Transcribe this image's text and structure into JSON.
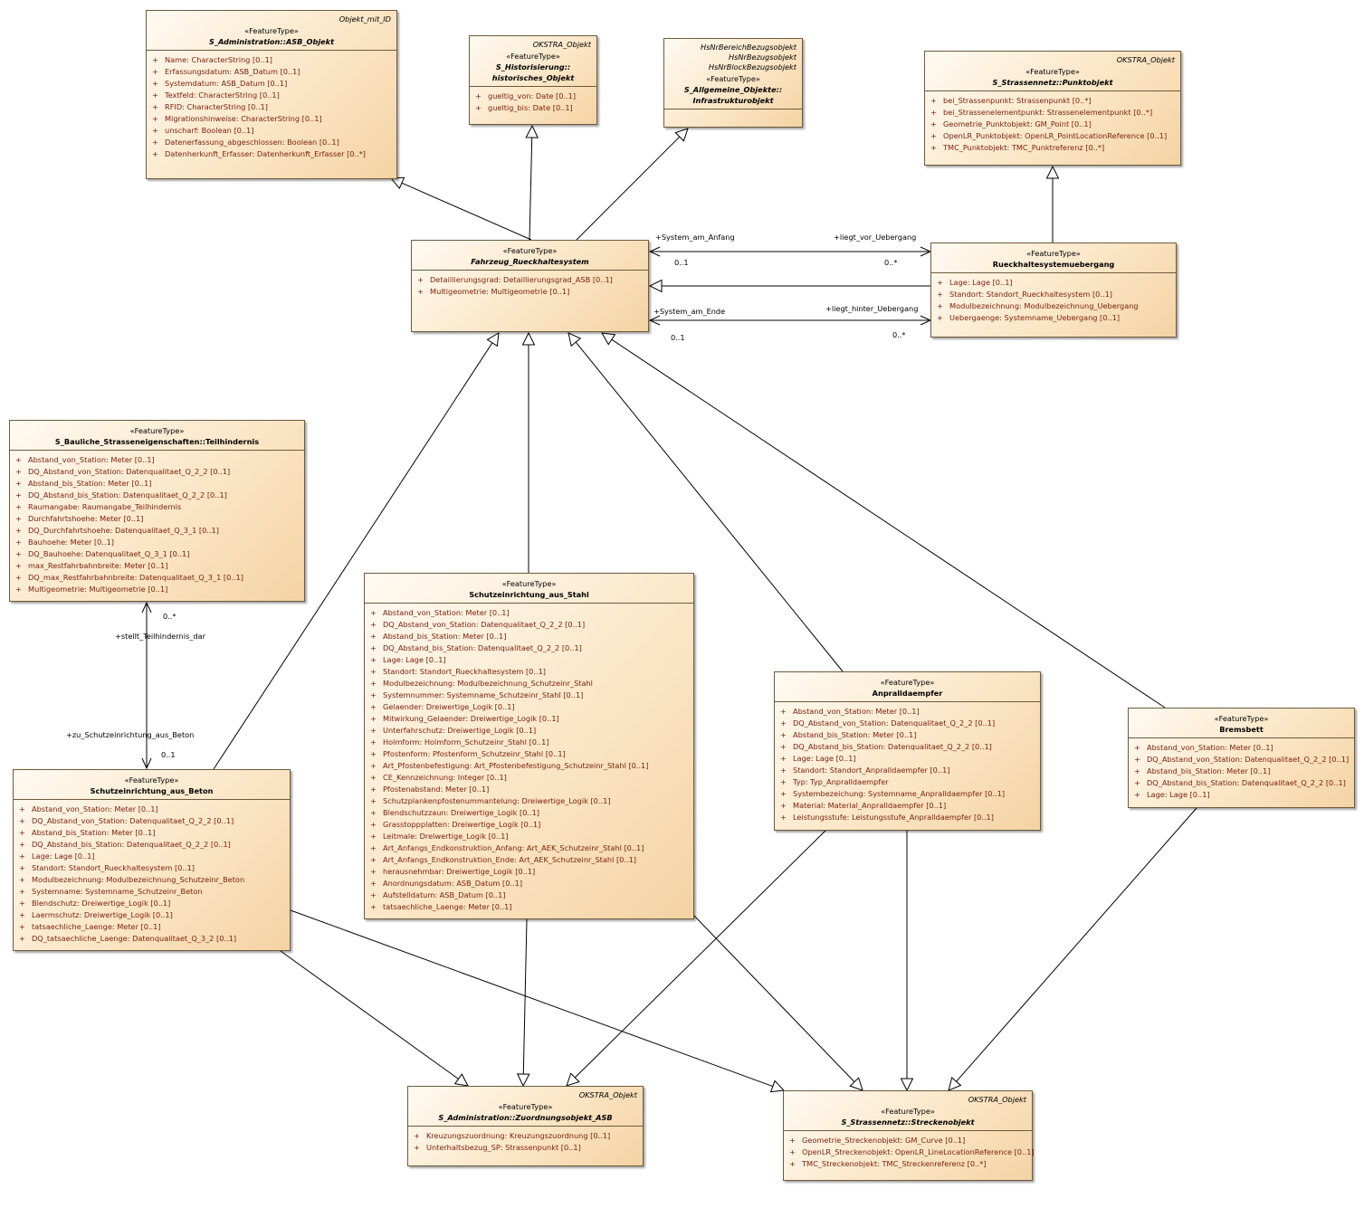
{
  "classes": {
    "asb_objekt": {
      "tags": [
        "Objekt_mit_ID"
      ],
      "stereotype": "«FeatureType»",
      "name": [
        "S_Administration::ASB_Objekt"
      ],
      "abstract": true,
      "attrs": [
        "Name: CharacterString [0..1]",
        "Erfassungsdatum: ASB_Datum [0..1]",
        "Systemdatum: ASB_Datum [0..1]",
        "Textfeld: CharacterString [0..1]",
        "RFID: CharacterString [0..1]",
        "Migrationshinweise: CharacterString [0..1]",
        "unscharf: Boolean [0..1]",
        "Datenerfassung_abgeschlossen: Boolean [0..1]",
        "Datenherkunft_Erfasser: Datenherkunft_Erfasser [0..*]"
      ]
    },
    "historisches_objekt": {
      "tags": [
        "OKSTRA_Objekt"
      ],
      "stereotype": "«FeatureType»",
      "name": [
        "S_Historisierung::",
        "historisches_Objekt"
      ],
      "abstract": true,
      "attrs": [
        "gueltig_von: Date [0..1]",
        "gueltig_bis: Date [0..1]"
      ]
    },
    "infrastrukturobjekt": {
      "tags": [
        "HsNrBereichBezugsobjekt",
        "HsNrBezugsobjekt",
        "HsNrBlockBezugsobjekt"
      ],
      "stereotype": "«FeatureType»",
      "name": [
        "S_Allgemeine_Objekte::",
        "Infrastrukturobjekt"
      ],
      "abstract": true,
      "attrs": []
    },
    "punktobjekt": {
      "tags": [
        "OKSTRA_Objekt"
      ],
      "stereotype": "«FeatureType»",
      "name": [
        "S_Strassennetz::Punktobjekt"
      ],
      "abstract": true,
      "attrs": [
        "bei_Strassenpunkt: Strassenpunkt [0..*]",
        "bei_Strassenelementpunkt: Strassenelementpunkt [0..*]",
        "Geometrie_Punktobjekt: GM_Point [0..1]",
        "OpenLR_Punktobjekt: OpenLR_PointLocationReference [0..1]",
        "TMC_Punktobjekt: TMC_Punktreferenz [0..*]"
      ]
    },
    "fahrzeug": {
      "tags": [],
      "stereotype": "«FeatureType»",
      "name": [
        "Fahrzeug_Rueckhaltesystem"
      ],
      "abstract": true,
      "attrs": [
        "Detaillierungsgrad: Detaillierungsgrad_ASB [0..1]",
        "Multigeometrie: Multigeometrie [0..1]"
      ]
    },
    "uebergang": {
      "tags": [],
      "stereotype": "«FeatureType»",
      "name": [
        "Rueckhaltesystemuebergang"
      ],
      "abstract": false,
      "attrs": [
        "Lage: Lage [0..1]",
        "Standort: Standort_Rueckhaltesystem [0..1]",
        "Modulbezeichnung: Modulbezeichnung_Uebergang",
        "Uebergaenge: Systemname_Uebergang [0..1]"
      ]
    },
    "teilhindernis": {
      "tags": [],
      "stereotype": "«FeatureType»",
      "name": [
        "S_Bauliche_Strasseneigenschaften::Teilhindernis"
      ],
      "abstract": false,
      "attrs": [
        "Abstand_von_Station: Meter [0..1]",
        "DQ_Abstand_von_Station: Datenqualitaet_Q_2_2 [0..1]",
        "Abstand_bis_Station: Meter [0..1]",
        "DQ_Abstand_bis_Station: Datenqualitaet_Q_2_2 [0..1]",
        "Raumangabe: Raumangabe_Teilhindernis",
        "Durchfahrtshoehe: Meter [0..1]",
        "DQ_Durchfahrtshoehe: Datenqualitaet_Q_3_1 [0..1]",
        "Bauhoehe: Meter [0..1]",
        "DQ_Bauhoehe: Datenqualitaet_Q_3_1 [0..1]",
        "max_Restfahrbahnbreite: Meter [0..1]",
        "DQ_max_Restfahrbahnbreite: Datenqualitaet_Q_3_1 [0..1]",
        "Multigeometrie: Multigeometrie [0..1]"
      ]
    },
    "stahl": {
      "tags": [],
      "stereotype": "«FeatureType»",
      "name": [
        "Schutzeinrichtung_aus_Stahl"
      ],
      "abstract": false,
      "attrs": [
        "Abstand_von_Station: Meter [0..1]",
        "DQ_Abstand_von_Station: Datenqualitaet_Q_2_2 [0..1]",
        "Abstand_bis_Station: Meter [0..1]",
        "DQ_Abstand_bis_Station: Datenqualitaet_Q_2_2 [0..1]",
        "Lage: Lage [0..1]",
        "Standort: Standort_Rueckhaltesystem [0..1]",
        "Modulbezeichnung: Modulbezeichnung_Schutzeinr_Stahl",
        "Systemnummer: Systemname_Schutzeinr_Stahl [0..1]",
        "Gelaender: Dreiwertige_Logik [0..1]",
        "Mitwirkung_Gelaender: Dreiwertige_Logik [0..1]",
        "Unterfahrschutz: Dreiwertige_Logik [0..1]",
        "Holmform: Holmform_Schutzeinr_Stahl [0..1]",
        "Pfostenform: Pfostenform_Schutzeinr_Stahl [0..1]",
        "Art_Pfostenbefestigung: Art_Pfostenbefestigung_Schutzeinr_Stahl [0..1]",
        "CE_Kennzeichnung: Integer [0..1]",
        "Pfostenabstand: Meter [0..1]",
        "Schutzplankenpfostenummantelung: Dreiwertige_Logik [0..1]",
        "Blendschutzzaun: Dreiwertige_Logik [0..1]",
        "Grasstoppplatten: Dreiwertige_Logik [0..1]",
        "Leitmale: Dreiwertige_Logik [0..1]",
        "Art_Anfangs_Endkonstruktion_Anfang: Art_AEK_Schutzeinr_Stahl [0..1]",
        "Art_Anfangs_Endkonstruktion_Ende: Art_AEK_Schutzeinr_Stahl [0..1]",
        "herausnehmbar: Dreiwertige_Logik [0..1]",
        "Anordnungsdatum: ASB_Datum [0..1]",
        "Aufstelldatum: ASB_Datum [0..1]",
        "tatsaechliche_Laenge: Meter [0..1]"
      ]
    },
    "anpralldaempfer": {
      "tags": [],
      "stereotype": "«FeatureType»",
      "name": [
        "Anpralldaempfer"
      ],
      "abstract": false,
      "attrs": [
        "Abstand_von_Station: Meter [0..1]",
        "DQ_Abstand_von_Station: Datenqualitaet_Q_2_2 [0..1]",
        "Abstand_bis_Station: Meter [0..1]",
        "DQ_Abstand_bis_Station: Datenqualitaet_Q_2_2 [0..1]",
        "Lage: Lage [0..1]",
        "Standort: Standort_Anpralldaempfer [0..1]",
        "Typ: Typ_Anpralldaempfer",
        "Systembezeichung: Systemname_Anpralldaempfer [0..1]",
        "Material: Material_Anpralldaempfer [0..1]",
        "Leistungsstufe: Leistungsstufe_Anpralldaempfer [0..1]"
      ]
    },
    "bremsbett": {
      "tags": [],
      "stereotype": "«FeatureType»",
      "name": [
        "Bremsbett"
      ],
      "abstract": false,
      "attrs": [
        "Abstand_von_Station: Meter [0..1]",
        "DQ_Abstand_von_Station: Datenqualitaet_Q_2_2 [0..1]",
        "Abstand_bis_Station: Meter [0..1]",
        "DQ_Abstand_bis_Station: Datenqualitaet_Q_2_2 [0..1]",
        "Lage: Lage [0..1]"
      ]
    },
    "beton": {
      "tags": [],
      "stereotype": "«FeatureType»",
      "name": [
        "Schutzeinrichtung_aus_Beton"
      ],
      "abstract": false,
      "attrs": [
        "Abstand_von_Station: Meter [0..1]",
        "DQ_Abstand_von_Station: Datenqualitaet_Q_2_2 [0..1]",
        "Abstand_bis_Station: Meter [0..1]",
        "DQ_Abstand_bis_Station: Datenqualitaet_Q_2_2 [0..1]",
        "Lage: Lage [0..1]",
        "Standort: Standort_Rueckhaltesystem [0..1]",
        "Modulbezeichnung: Modulbezeichnung_Schutzeinr_Beton",
        "Systemname: Systemname_Schutzeinr_Beton",
        "Blendschutz: Dreiwertige_Logik [0..1]",
        "Laermschutz: Dreiwertige_Logik [0..1]",
        "tatsaechliche_Laenge: Meter [0..1]",
        "DQ_tatsaechliche_Laenge: Datenqualitaet_Q_3_2 [0..1]"
      ]
    },
    "zuordnung": {
      "tags": [
        "OKSTRA_Objekt"
      ],
      "stereotype": "«FeatureType»",
      "name": [
        "S_Administration::Zuordnungsobjekt_ASB"
      ],
      "abstract": true,
      "attrs": [
        "Kreuzungszuordnung: Kreuzungszuordnung [0..1]",
        "Unterhaltsbezug_SP: Strassenpunkt [0..1]"
      ]
    },
    "streckenobjekt": {
      "tags": [
        "OKSTRA_Objekt"
      ],
      "stereotype": "«FeatureType»",
      "name": [
        "S_Strassennetz::Streckenobjekt"
      ],
      "abstract": true,
      "attrs": [
        "Geometrie_Streckenobjekt: GM_Curve [0..1]",
        "OpenLR_Streckenobjekt: OpenLR_LineLocationReference [0..1]",
        "TMC_Streckenobjekt: TMC_Streckenreferenz [0..*]"
      ]
    }
  },
  "edge_labels": {
    "system_am_anfang": "+System_am_Anfang",
    "anfang_mult": "0..1",
    "liegt_vor_uebergang": "+liegt_vor_Uebergang",
    "vor_mult": "0..*",
    "system_am_ende": "+System_am_Ende",
    "ende_mult": "0..1",
    "liegt_hinter_uebergang": "+liegt_hinter_Uebergang",
    "hinter_mult": "0..*",
    "stellt_teilhindernis_dar": "+stellt_Teilhindernis_dar",
    "teilhindernis_mult": "0..*",
    "zu_schutzeinrichtung_aus_beton": "+zu_Schutzeinrichtung_aus_Beton",
    "beton_mult": "0..1"
  }
}
